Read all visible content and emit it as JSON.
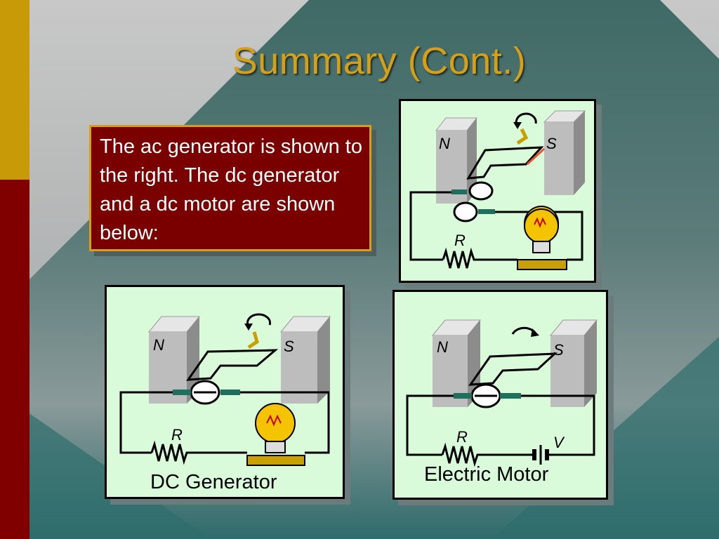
{
  "slide": {
    "title": "Summary (Cont.)",
    "body_text": "The ac generator is shown to the right. The dc generator and a dc motor are shown below:"
  },
  "figures": {
    "ac_generator": {
      "labels": {
        "north": "N",
        "south": "S",
        "resistor": "R"
      }
    },
    "dc_generator": {
      "caption": "DC Generator",
      "labels": {
        "north": "N",
        "south": "S",
        "resistor": "R"
      }
    },
    "electric_motor": {
      "caption": "Electric Motor",
      "labels": {
        "north": "N",
        "south": "S",
        "resistor": "R",
        "voltage": "V"
      }
    }
  },
  "colors": {
    "title": "#d4a017",
    "textbox_bg": "#7a0000",
    "textbox_border": "#d4a017",
    "panel_bg": "#d9fbd9",
    "left_bar_gold": "#c89a08",
    "left_bar_red": "#800000",
    "bulb": "#f5c400",
    "brush": "#1f6f5f"
  }
}
